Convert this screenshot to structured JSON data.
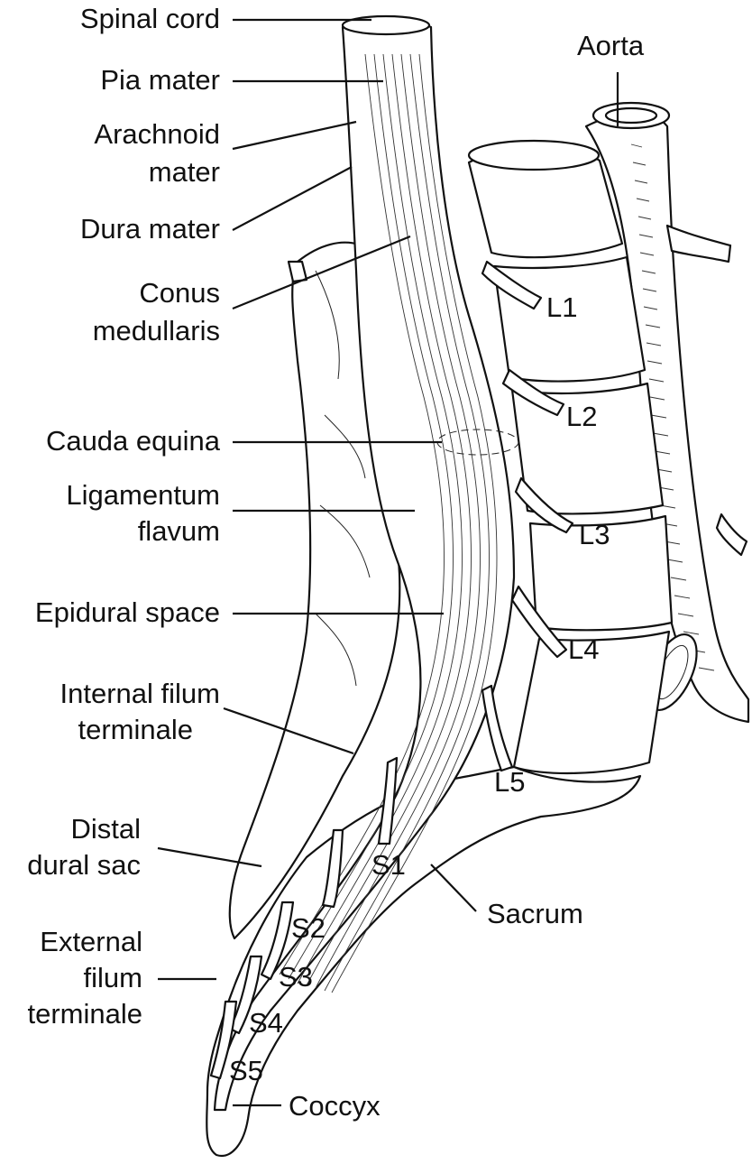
{
  "labels": {
    "spinal_cord": "Spinal cord",
    "pia_mater": "Pia mater",
    "arachnoid_1": "Arachnoid",
    "arachnoid_2": "mater",
    "dura_mater": "Dura mater",
    "conus_1": "Conus",
    "conus_2": "medullaris",
    "cauda_equina": "Cauda equina",
    "ligamentum_1": "Ligamentum",
    "ligamentum_2": "flavum",
    "epidural_space": "Epidural space",
    "internal_filum_1": "Internal filum",
    "internal_filum_2": "terminale",
    "distal_dural_1": "Distal",
    "distal_dural_2": "dural sac",
    "external_filum_1": "External",
    "external_filum_2": "filum",
    "external_filum_3": "terminale",
    "aorta": "Aorta",
    "sacrum": "Sacrum",
    "coccyx": "Coccyx",
    "L1": "L1",
    "L2": "L2",
    "L3": "L3",
    "L4": "L4",
    "L5": "L5",
    "S1": "S1",
    "S2": "S2",
    "S3": "S3",
    "S4": "S4",
    "S5": "S5"
  }
}
